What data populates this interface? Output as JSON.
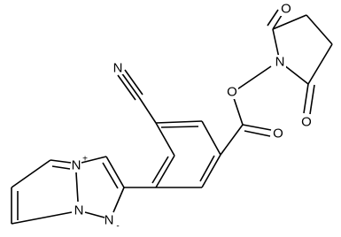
{
  "structure": {
    "atoms": {
      "nitrile_n": "N",
      "ester_o": "O",
      "carbonyl_o": "O",
      "imide_n": "N",
      "imide_o_top": "O",
      "imide_o_bottom": "O",
      "pyrazolium_n": "N",
      "pyrazolium_n_charge": "+",
      "bridge_n": "N",
      "anion_n": "N",
      "anion_n_charge": "-"
    }
  }
}
